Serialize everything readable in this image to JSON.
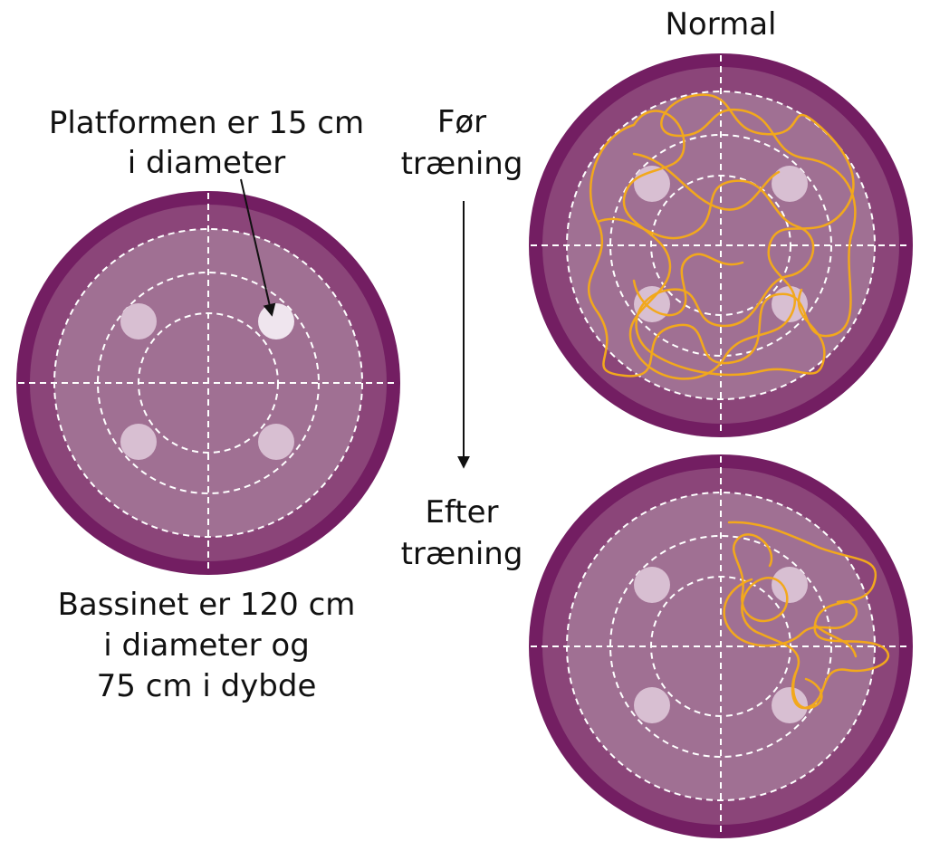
{
  "labels": {
    "platform_line1": "Platformen er 15 cm",
    "platform_line2": "i diameter",
    "pool_line1": "Bassinet er 120 cm",
    "pool_line2": "i diameter og",
    "pool_line3": "75 cm i dybde",
    "before_line1": "Før",
    "before_line2": "træning",
    "after_line1": "Efter",
    "after_line2": "træning",
    "normal": "Normal"
  },
  "colors": {
    "outer_ring": "#731e62",
    "mid_ring": "#8b4579",
    "water": "#a07093",
    "platform": "#d8bfd2",
    "platform_highlight": "#efe5ee",
    "dash": "#ffffff",
    "path": "#f2a81c",
    "text": "#111111",
    "arrow": "#111111"
  },
  "icons": {
    "pointer_arrow": "arrow-pointer-icon",
    "time_arrow": "arrow-down-icon"
  }
}
